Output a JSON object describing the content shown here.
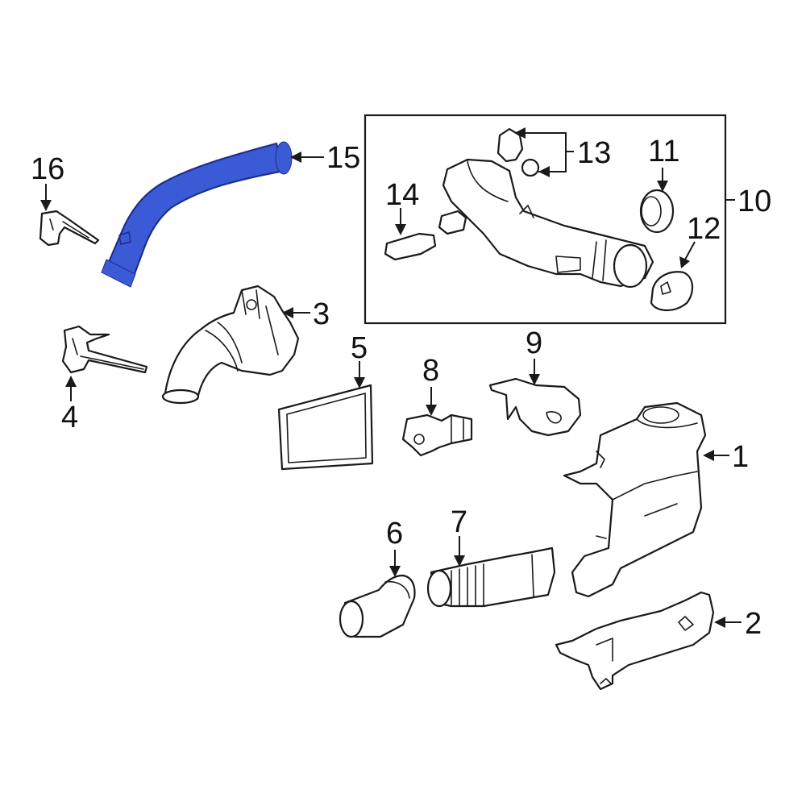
{
  "colors": {
    "highlight": "#3b5bd6",
    "highlight_edge": "#1b2f8f",
    "line": "#1a1a1a",
    "background": "#ffffff"
  },
  "callouts": {
    "c1": "1",
    "c2": "2",
    "c3": "3",
    "c4": "4",
    "c5": "5",
    "c6": "6",
    "c7": "7",
    "c8": "8",
    "c9": "9",
    "c10": "10",
    "c11": "11",
    "c12": "12",
    "c13": "13",
    "c14": "14",
    "c15": "15",
    "c16": "16"
  },
  "highlighted_part": "15"
}
